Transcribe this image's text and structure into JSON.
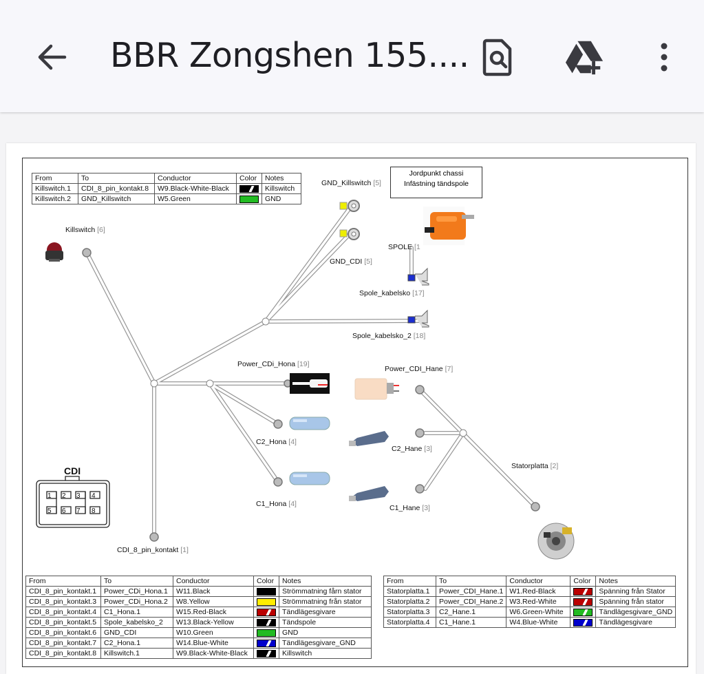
{
  "appbar": {
    "title": "BBR Zongshen 155....",
    "back_icon": "arrow-back-icon",
    "search_icon": "find-in-document-icon",
    "drive_icon": "add-to-drive-icon",
    "menu_icon": "more-vert-icon"
  },
  "diagram": {
    "labels": {
      "gnd_killswitch": {
        "name": "GND_Killswitch",
        "num": "[5]"
      },
      "gnd_cdi": {
        "name": "GND_CDI",
        "num": "[5]"
      },
      "killswitch": {
        "name": "Killswitch",
        "num": "[6]"
      },
      "spole": {
        "name": "SPOLE",
        "num": "[1"
      },
      "spole_kabelsko": {
        "name": "Spole_kabelsko",
        "num": "[17]"
      },
      "spole_kabelsko_2": {
        "name": "Spole_kabelsko_2",
        "num": "[18]"
      },
      "power_cdi_hona": {
        "name": "Power_CDi_Hona",
        "num": "[19]"
      },
      "power_cdi_hane": {
        "name": "Power_CDI_Hane",
        "num": "[7]"
      },
      "c2_hona": {
        "name": "C2_Hona",
        "num": "[4]"
      },
      "c2_hane": {
        "name": "C2_Hane",
        "num": "[3]"
      },
      "c1_hona": {
        "name": "C1_Hona",
        "num": "[4]"
      },
      "c1_hane": {
        "name": "C1_Hane",
        "num": "[3]"
      },
      "statorplatta": {
        "name": "Statorplatta",
        "num": "[2]"
      },
      "cdi_8_pin": {
        "name": "CDI_8_pin_kontakt",
        "num": "[1]"
      }
    },
    "note_box": [
      "Jordpunkt chassi",
      "Infästning tändspole"
    ],
    "cdi_connector": {
      "title": "CDI",
      "pins": [
        "1",
        "2",
        "3",
        "4",
        "5",
        "6",
        "7",
        "8"
      ]
    }
  },
  "tables": {
    "headers": [
      "From",
      "To",
      "Conductor",
      "Color",
      "Notes"
    ],
    "killswitch": [
      {
        "from": "Killswitch.1",
        "to": "CDI_8_pin_kontakt.8",
        "conductor": "W9.Black-White-Black",
        "color": "#000000",
        "stripe": true,
        "notes": "Killswitch"
      },
      {
        "from": "Killswitch.2",
        "to": "GND_Killswitch",
        "conductor": "W5.Green",
        "color": "#22bb22",
        "stripe": false,
        "notes": "GND"
      }
    ],
    "cdi": [
      {
        "from": "CDI_8_pin_kontakt.1",
        "to": "Power_CDi_Hona.1",
        "conductor": "W11.Black",
        "color": "#000000",
        "stripe": false,
        "notes": "Strömmatning fårn stator"
      },
      {
        "from": "CDI_8_pin_kontakt.3",
        "to": "Power_CDi_Hona.2",
        "conductor": "W8.Yellow",
        "color": "#ffee00",
        "stripe": false,
        "notes": "Strömmatning från stator"
      },
      {
        "from": "CDI_8_pin_kontakt.4",
        "to": "C1_Hona.1",
        "conductor": "W15.Red-Black",
        "color": "#bb0000",
        "stripe": true,
        "notes": "Tändlägesgivare"
      },
      {
        "from": "CDI_8_pin_kontakt.5",
        "to": "Spole_kabelsko_2",
        "conductor": "W13.Black-Yellow",
        "color": "#000000",
        "stripe": true,
        "notes": "Tändspole"
      },
      {
        "from": "CDI_8_pin_kontakt.6",
        "to": "GND_CDI",
        "conductor": "W10.Green",
        "color": "#22bb22",
        "stripe": false,
        "notes": "GND"
      },
      {
        "from": "CDI_8_pin_kontakt.7",
        "to": "C2_Hona.1",
        "conductor": "W14.Blue-White",
        "color": "#0000cc",
        "stripe": true,
        "notes": "Tändlägesgivare_GND"
      },
      {
        "from": "CDI_8_pin_kontakt.8",
        "to": "Killswitch.1",
        "conductor": "W9.Black-White-Black",
        "color": "#000000",
        "stripe": true,
        "notes": "Killswitch"
      }
    ],
    "stator": [
      {
        "from": "Statorplatta.1",
        "to": "Power_CDI_Hane.1",
        "conductor": "W1.Red-Black",
        "color": "#bb0000",
        "stripe": true,
        "notes": "Spänning från Stator"
      },
      {
        "from": "Statorplatta.2",
        "to": "Power_CDI_Hane.2",
        "conductor": "W3.Red-White",
        "color": "#bb0000",
        "stripe": true,
        "notes": "Spänning från stator"
      },
      {
        "from": "Statorplatta.3",
        "to": "C2_Hane.1",
        "conductor": "W6.Green-White",
        "color": "#22bb22",
        "stripe": true,
        "notes": "Tändlägesgivare_GND"
      },
      {
        "from": "Statorplatta.4",
        "to": "C1_Hane.1",
        "conductor": "W4.Blue-White",
        "color": "#0000cc",
        "stripe": true,
        "notes": "Tändlägesgivare"
      }
    ]
  }
}
